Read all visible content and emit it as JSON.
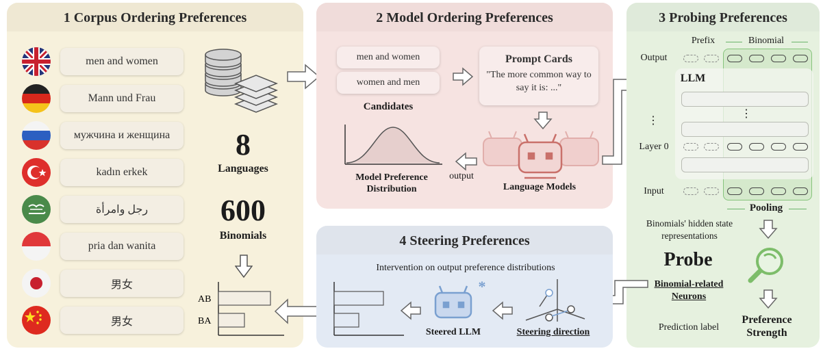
{
  "panels": {
    "p1_title": "1  Corpus Ordering Preferences",
    "p2_title": "2  Model Ordering Preferences",
    "p3_title": "3  Probing Preferences",
    "p4_title": "4  Steering Preferences"
  },
  "corpus": {
    "items": [
      {
        "flag": "uk",
        "text": "men and women"
      },
      {
        "flag": "germany",
        "text": "Mann und Frau"
      },
      {
        "flag": "russia",
        "text": "мужчина и женщина"
      },
      {
        "flag": "turkey",
        "text": "kadın erkek"
      },
      {
        "flag": "saudi-arabia",
        "text": "رجل وامرأة"
      },
      {
        "flag": "indonesia",
        "text": "pria dan wanita"
      },
      {
        "flag": "japan",
        "text": "男女"
      },
      {
        "flag": "china",
        "text": "男女"
      }
    ],
    "num_languages": "8",
    "languages_label": "Languages",
    "num_binomials": "600",
    "binomials_label": "Binomials",
    "bar_ab": "AB",
    "bar_ba": "BA",
    "bar_values": {
      "AB": 0.8,
      "BA": 0.4
    }
  },
  "model": {
    "candidate_1": "men and women",
    "candidate_2": "women and men",
    "candidates_label": "Candidates",
    "prompt_title": "Prompt Cards",
    "prompt_text": "\"The more common way to say it is: ...\"",
    "dist_label": "Model Preference Distribution",
    "output_label": "output",
    "lm_label": "Language Models"
  },
  "probing": {
    "prefix": "Prefix",
    "binomial": "Binomial",
    "output": "Output",
    "llm": "LLM",
    "vdots": "⋮",
    "layer0": "Layer 0",
    "input": "Input",
    "pooling": "Pooling",
    "hidden_state_text": "Binomials' hidden state representations",
    "probe": "Probe",
    "neurons": "Binomial-related Neurons",
    "prediction": "Prediction label",
    "preference_strength": "Preference Strength"
  },
  "steering": {
    "intervention": "Intervention on output preference distributions",
    "steered_llm": "Steered LLM",
    "asterisk": "*",
    "steering_direction": "Steering direction"
  },
  "colors": {
    "p1_bg": "#f7f1dc",
    "p2_bg": "#f6e3e1",
    "p3_bg": "#e6f1df",
    "p4_bg": "#e3eaf4",
    "robot_red": "#c9706a",
    "robot_blue": "#7aa0d0",
    "probe_green": "#7dbd6a"
  },
  "icons": [
    "database-icon",
    "layers-icon",
    "robot-icon",
    "magnifier-icon",
    "arrow-icon",
    "vector-plot-icon"
  ]
}
